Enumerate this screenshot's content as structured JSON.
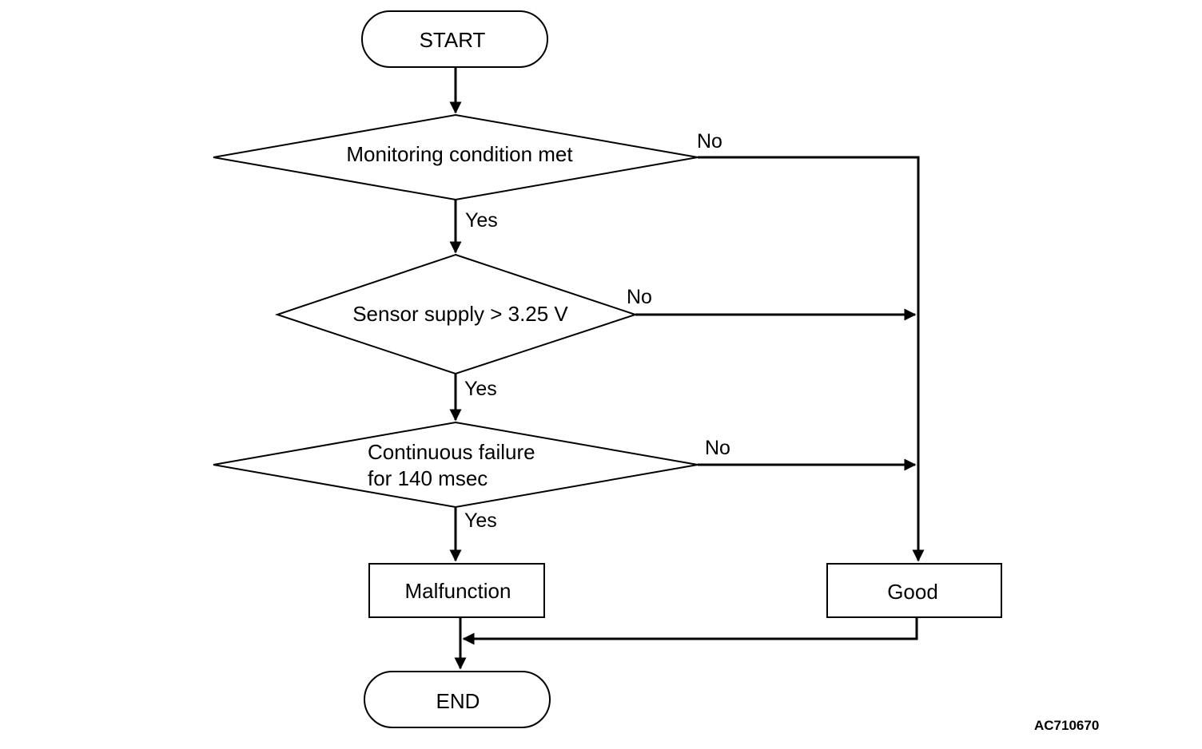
{
  "nodes": {
    "start": "START",
    "decision1": "Monitoring condition met",
    "decision2": "Sensor supply > 3.25 V",
    "decision3_line1": "Continuous failure",
    "decision3_line2": "for 140 msec",
    "malfunction": "Malfunction",
    "good": "Good",
    "end": "END"
  },
  "branches": {
    "no_1": "No",
    "yes_1": "Yes",
    "no_2": "No",
    "yes_2": "Yes",
    "no_3": "No",
    "yes_3": "Yes"
  },
  "figure_code": "AC710670"
}
